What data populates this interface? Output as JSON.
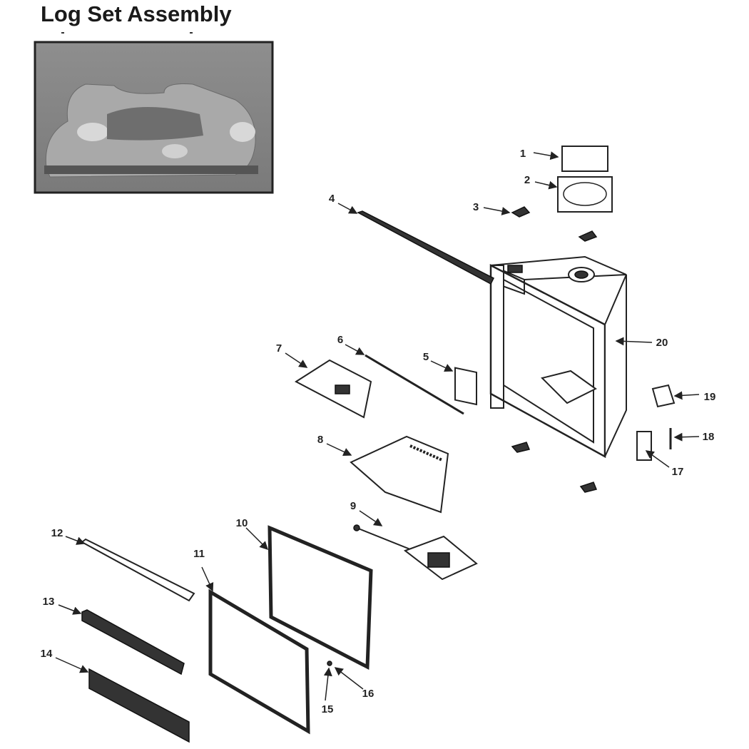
{
  "title": "Log Set Assembly",
  "photo": {
    "alt": "log-set-photo"
  },
  "callouts": [
    "1",
    "2",
    "3",
    "4",
    "5",
    "6",
    "7",
    "8",
    "9",
    "10",
    "11",
    "12",
    "13",
    "14",
    "15",
    "16",
    "17",
    "18",
    "19",
    "20"
  ]
}
